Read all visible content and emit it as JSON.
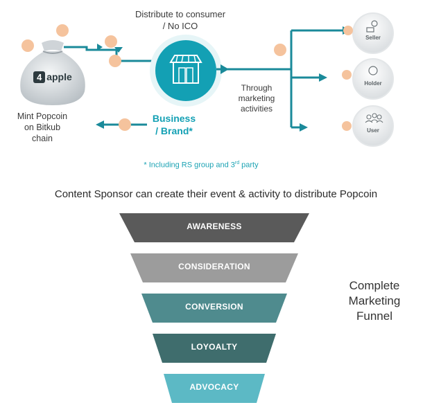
{
  "diagram": {
    "distribute_text": [
      "Distribute to consumer",
      "/ No ICO"
    ],
    "mint_text": [
      "Mint Popcoin",
      "on Bitkub",
      "chain"
    ],
    "business_text": [
      "Business",
      "/ Brand*"
    ],
    "through_text": [
      "Through",
      "marketing",
      "activities"
    ],
    "including_note": "* Including RS group and 3",
    "including_sup": "rd",
    "including_tail": " party",
    "bag_logo": {
      "number": "4",
      "word": "apple"
    },
    "roles": [
      "Seller",
      "Holder",
      "User"
    ]
  },
  "content_sponsor": "Content Sponsor can create their event & activity to distribute Popcoin",
  "funnel": {
    "stages": [
      "AWARENESS",
      "CONSIDERATION",
      "CONVERSION",
      "LOYOALTY",
      "ADVOCACY"
    ],
    "colors": [
      "#5a5a5a",
      "#9c9c9c",
      "#4f8b8e",
      "#3f6d6d",
      "#5cb9c5"
    ],
    "caption": [
      "Complete",
      "Marketing",
      "Funnel"
    ]
  },
  "colors": {
    "accent": "#13a0b4",
    "arrow": "#1a8a9a",
    "coin": "#f5c39d"
  }
}
